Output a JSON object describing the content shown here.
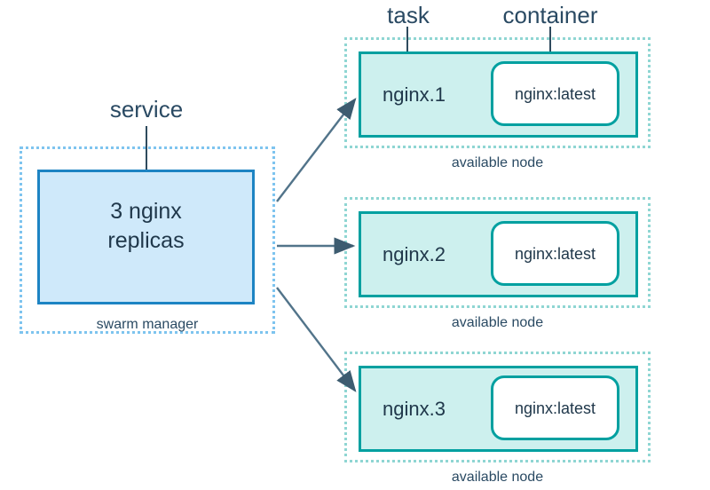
{
  "diagram": {
    "title_labels": {
      "service": "service",
      "task": "task",
      "container": "container"
    },
    "manager": {
      "caption": "swarm manager",
      "service_text": "3 nginx\nreplicas"
    },
    "nodes": [
      {
        "task_label": "nginx.1",
        "container_label": "nginx:latest",
        "caption": "available node"
      },
      {
        "task_label": "nginx.2",
        "container_label": "nginx:latest",
        "caption": "available node"
      },
      {
        "task_label": "nginx.3",
        "container_label": "nginx:latest",
        "caption": "available node"
      }
    ],
    "colors": {
      "text_dark": "#20384b",
      "label_text": "#2a4a63",
      "service_fill": "#cfe9fa",
      "service_border": "#1d84c3",
      "manager_dash": "#7ec4ef",
      "task_fill": "#cdf0ee",
      "task_border": "#00a0a0",
      "node_dash": "#8fd6d3",
      "container_fill": "#ffffff",
      "arrow": "#4a6b80",
      "leader": "#2f4b5e",
      "background": "#ffffff"
    }
  }
}
